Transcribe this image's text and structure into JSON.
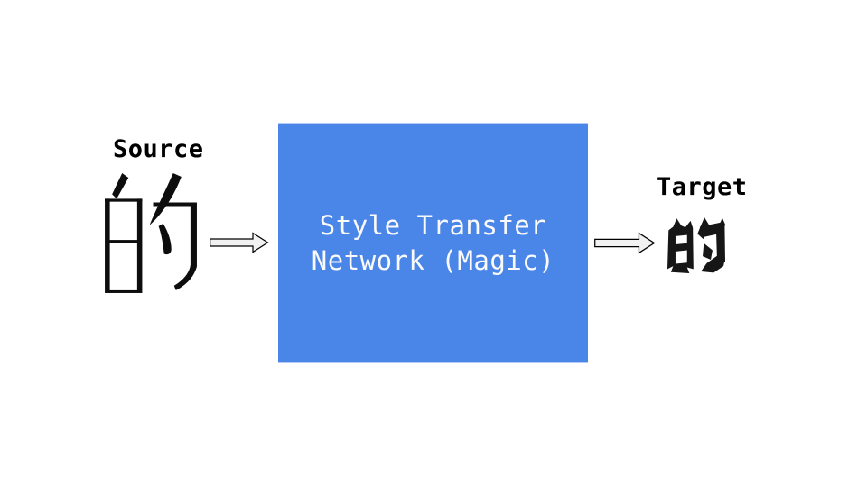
{
  "slide": {
    "background_color": "#ffffff",
    "source": {
      "label": "Source",
      "character": "的",
      "glyph_style": "serif-song-typeface"
    },
    "network_box": {
      "line1": "Style Transfer",
      "line2": "Network (Magic)",
      "fill_color": "#4a86e8",
      "text_color": "#fafafa"
    },
    "target": {
      "label": "Target",
      "character": "的",
      "glyph_style": "bold-jagged-display-typeface"
    },
    "arrows": {
      "direction": "right",
      "fill_color": "#f2f2f2",
      "stroke_color": "#000000"
    }
  }
}
